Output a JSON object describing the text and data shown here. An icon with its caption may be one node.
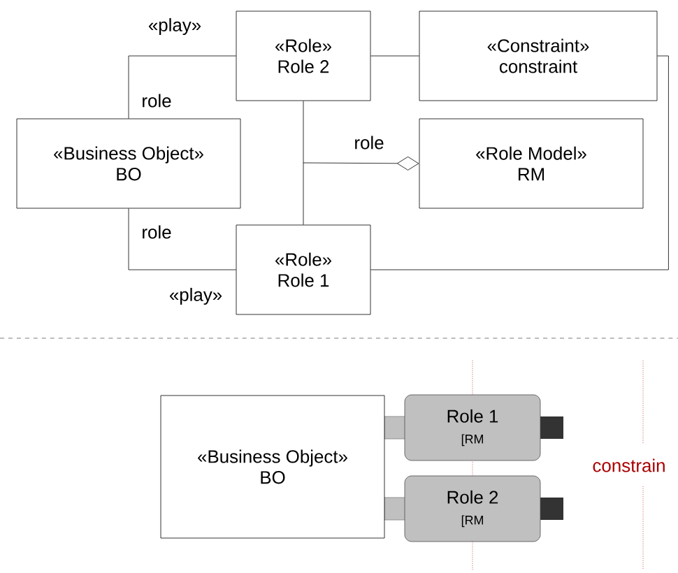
{
  "diagram": {
    "nodes": [
      {
        "text": [
          "«Role»",
          "Role 2"
        ],
        "beside": [
          "«play»"
        ]
      },
      {
        "text": [
          "«Constraint»",
          "constraint"
        ]
      },
      {
        "text": [
          "«Business Object»",
          "BO"
        ]
      },
      {
        "text": [
          "«Role Model»",
          "RM"
        ]
      },
      {
        "text": [
          "«Role»",
          "Role 1"
        ],
        "beside": [
          "«play»"
        ]
      },
      {
        "text": [
          "«Business Object»",
          "BO"
        ]
      },
      {
        "text": [
          "Role 1",
          "[RM"
        ]
      },
      {
        "text": [
          "Role 2",
          "[RM"
        ]
      }
    ],
    "edges": [
      {
        "from": 2,
        "to": 0,
        "arrow": "none",
        "label": "role"
      },
      {
        "from": 2,
        "to": 4,
        "arrow": "none",
        "label": "role"
      },
      {
        "from": 0,
        "to": 3,
        "arrow": "other",
        "label": "role"
      },
      {
        "from": 4,
        "to": 3,
        "arrow": "other"
      },
      {
        "from": 0,
        "to": 1,
        "arrow": "none"
      },
      {
        "from": 1,
        "to": 4,
        "arrow": "none"
      }
    ],
    "labels": [
      "constrain"
    ]
  }
}
